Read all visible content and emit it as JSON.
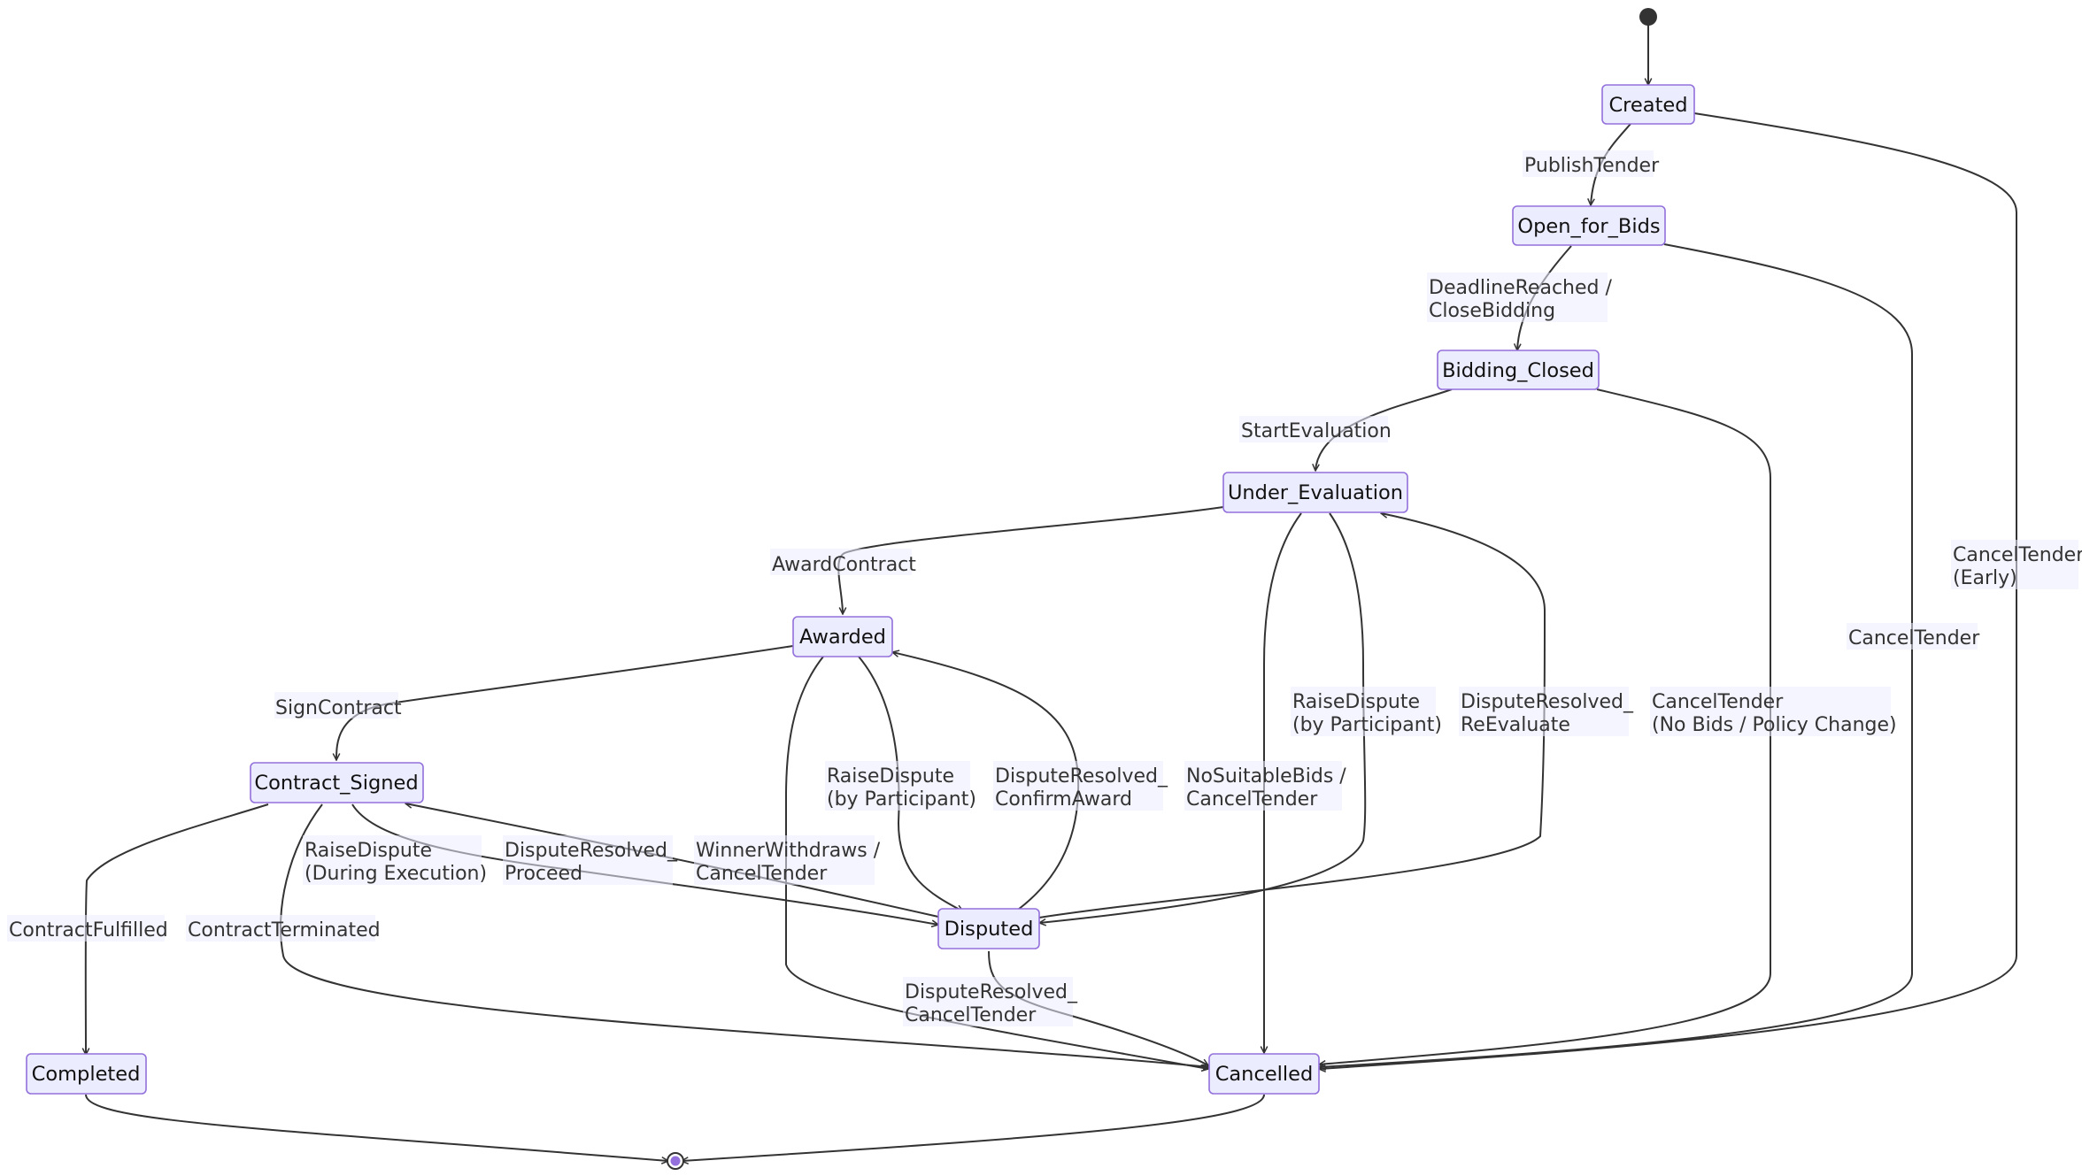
{
  "diagram": {
    "kind": "state-diagram",
    "states": {
      "created": "Created",
      "open_for_bids": "Open_for_Bids",
      "bidding_closed": "Bidding_Closed",
      "under_evaluation": "Under_Evaluation",
      "awarded": "Awarded",
      "contract_signed": "Contract_Signed",
      "disputed": "Disputed",
      "completed": "Completed",
      "cancelled": "Cancelled"
    },
    "transitions": {
      "publish_tender": [
        "PublishTender"
      ],
      "deadline_reached": [
        "DeadlineReached /",
        "CloseBidding"
      ],
      "start_evaluation": [
        "StartEvaluation"
      ],
      "award_contract": [
        "AwardContract"
      ],
      "sign_contract": [
        "SignContract"
      ],
      "contract_fulfilled": [
        "ContractFulfilled"
      ],
      "contract_terminated": [
        "ContractTerminated"
      ],
      "raise_dispute_execution": [
        "RaiseDispute",
        "(During Execution)"
      ],
      "dispute_resolved_proceed": [
        "DisputeResolved_",
        "Proceed"
      ],
      "winner_withdraws": [
        "WinnerWithdraws /",
        "CancelTender"
      ],
      "raise_dispute_awarded": [
        "RaiseDispute",
        "(by Participant)"
      ],
      "dispute_resolved_confirm": [
        "DisputeResolved_",
        "ConfirmAward"
      ],
      "no_suitable_bids": [
        "NoSuitableBids /",
        "CancelTender"
      ],
      "raise_dispute_evaluation": [
        "RaiseDispute",
        "(by Participant)"
      ],
      "dispute_resolved_reevaluate": [
        "DisputeResolved_",
        "ReEvaluate"
      ],
      "cancel_tender_no_bids": [
        "CancelTender",
        "(No Bids / Policy Change)"
      ],
      "cancel_tender_open": [
        "CancelTender"
      ],
      "cancel_tender_early": [
        "CancelTender",
        "(Early)"
      ],
      "dispute_resolved_cancel": [
        "DisputeResolved_",
        "CancelTender"
      ]
    },
    "colors": {
      "state_fill": "#ECECFF",
      "state_border": "#9370DB",
      "edge": "#333333",
      "start_node": "#333333",
      "end_node": "#9370DB"
    }
  }
}
